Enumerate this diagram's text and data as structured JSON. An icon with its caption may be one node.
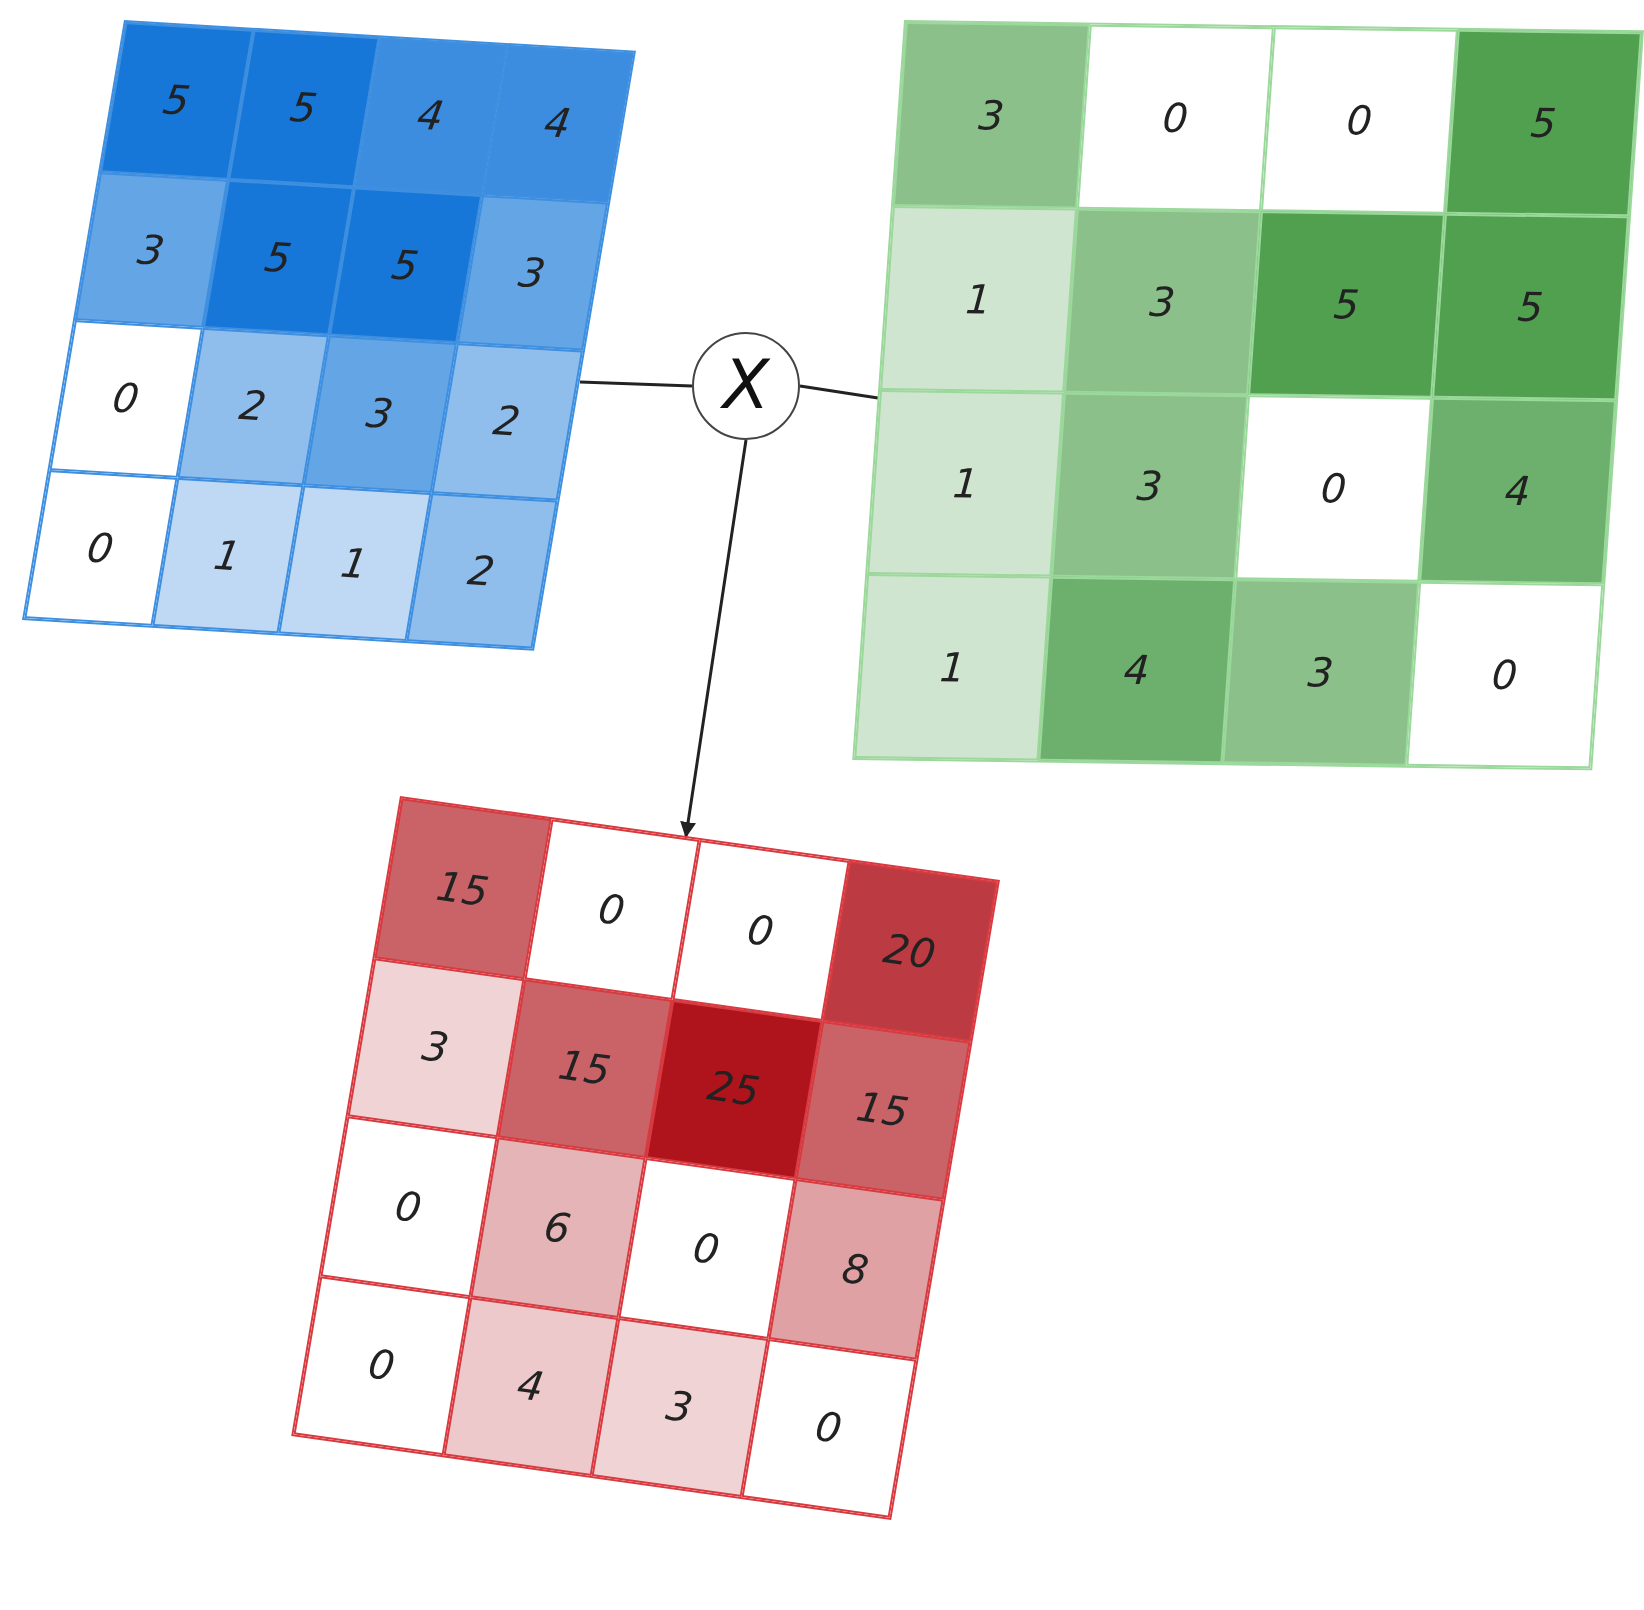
{
  "diagram": {
    "nodes": [
      {
        "text": [
          "5",
          "5",
          "4",
          "4",
          "3",
          "5",
          "5",
          "3",
          "0",
          "2",
          "3",
          "2",
          "0",
          "1",
          "1",
          "2"
        ]
      },
      {
        "text": [
          "X"
        ]
      },
      {
        "text": [
          "3",
          "0",
          "0",
          "5",
          "1",
          "3",
          "5",
          "5",
          "1",
          "3",
          "0",
          "4",
          "1",
          "4",
          "3",
          "0"
        ]
      },
      {
        "text": [
          "15",
          "0",
          "0",
          "20",
          "3",
          "15",
          "25",
          "15",
          "0",
          "6",
          "0",
          "8",
          "0",
          "4",
          "3",
          "0"
        ]
      }
    ],
    "edges": [
      {
        "from": 0,
        "to": 1,
        "arrow": "none"
      },
      {
        "from": 2,
        "to": 1,
        "arrow": "none"
      },
      {
        "from": 1,
        "to": 3,
        "arrow": "to"
      }
    ]
  }
}
